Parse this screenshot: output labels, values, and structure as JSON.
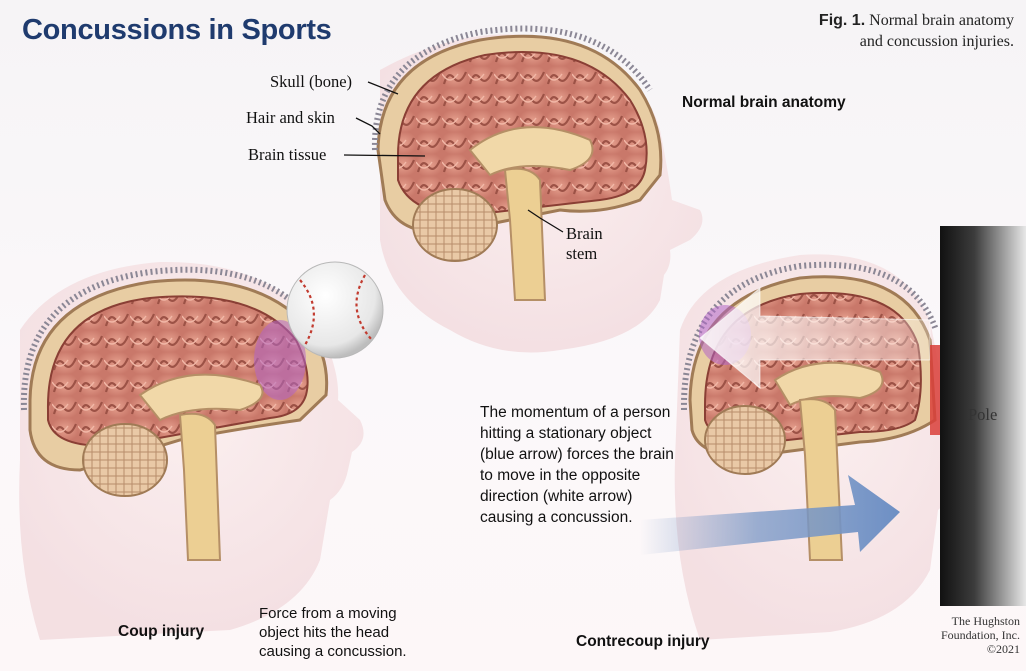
{
  "title": "Concussions in Sports",
  "figure": {
    "number": "Fig. 1.",
    "caption_line1": "Normal brain anatomy",
    "caption_line2": "and concussion injuries."
  },
  "labels": {
    "skull": "Skull (bone)",
    "hair_skin": "Hair and skin",
    "brain_tissue": "Brain tissue",
    "brain_stem_1": "Brain",
    "brain_stem_2": "stem",
    "normal": "Normal brain anatomy",
    "pole": "Pole",
    "coup": "Coup injury",
    "contrecoup": "Contrecoup injury"
  },
  "descriptions": {
    "momentum": "The momentum of a person hitting a stationary object (blue arrow) forces the brain to move in the opposite direction (white arrow) causing a concussion.",
    "force_line1": "Force from a moving",
    "force_line2": "object hits the head",
    "force_line3": "causing a concussion."
  },
  "credit": {
    "line1": "The Hughston",
    "line2": "Foundation, Inc.",
    "line3": "©2021"
  },
  "colors": {
    "title": "#1f3b6e",
    "brain": "#d98c7a",
    "injury": "#b266c8",
    "arrow": "#7b9ac8"
  }
}
